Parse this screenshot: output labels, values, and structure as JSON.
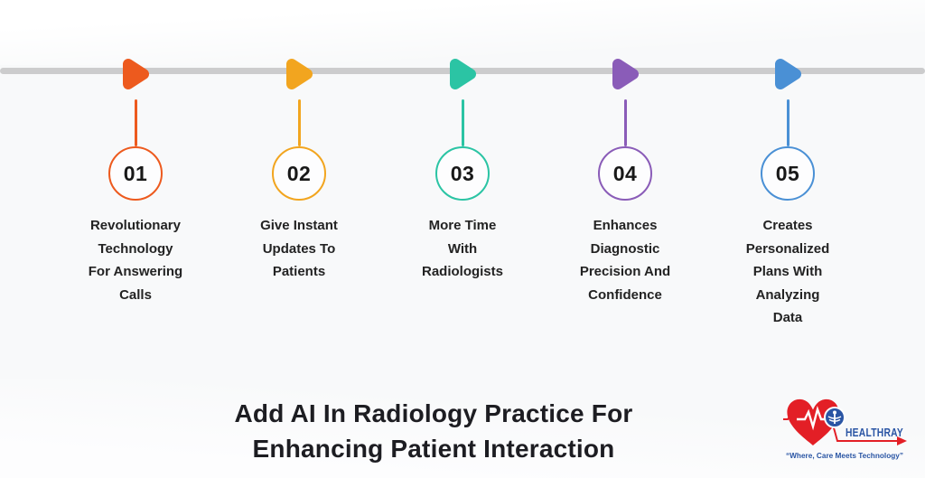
{
  "colors": {
    "background": "#f8f9fa",
    "timeline": "#cccccd",
    "text": "#232323",
    "title": "#1d1d22",
    "logo-red": "#e31f26",
    "logo-blue": "#2a55a4"
  },
  "steps": [
    {
      "number": "01",
      "color": "#ed5a1e",
      "label": [
        "Revolutionary",
        "Technology",
        "For Answering",
        "Calls"
      ]
    },
    {
      "number": "02",
      "color": "#f2a51f",
      "label": [
        "Give Instant",
        "Updates To",
        "Patients"
      ]
    },
    {
      "number": "03",
      "color": "#2bc4a4",
      "label": [
        "More Time",
        "With",
        "Radiologists"
      ]
    },
    {
      "number": "04",
      "color": "#8a5cb8",
      "label": [
        "Enhances",
        "Diagnostic",
        "Precision And",
        "Confidence"
      ]
    },
    {
      "number": "05",
      "color": "#4a90d5",
      "label": [
        "Creates",
        "Personalized",
        "Plans With",
        "Analyzing",
        "Data"
      ]
    }
  ],
  "title": [
    "Add AI In Radiology Practice For",
    "Enhancing Patient Interaction"
  ],
  "logo": {
    "name": "HEALTHRAY",
    "tagline": "“Where, Care Meets Technology”"
  }
}
